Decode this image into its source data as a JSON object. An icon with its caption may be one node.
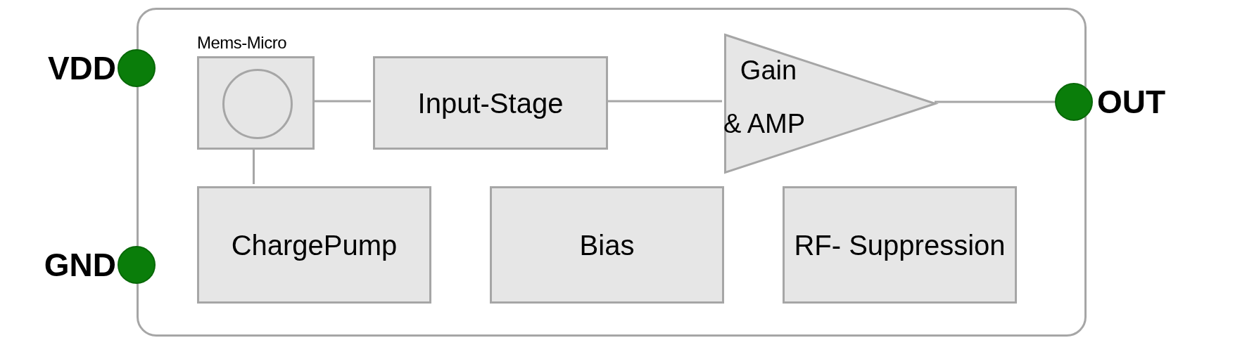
{
  "diagram": {
    "nodes": [
      {
        "text": [],
        "shape": "box"
      },
      {
        "text": [],
        "shape": "circle",
        "beside": [
          "VDD"
        ]
      },
      {
        "text": [],
        "shape": "circle",
        "beside": [
          "GND"
        ]
      },
      {
        "text": [
          "Mems-Micro"
        ],
        "in": 0
      },
      {
        "text": [],
        "shape": "circle",
        "in": 3
      },
      {
        "text": [
          "Input-Stage"
        ],
        "in": 0
      },
      {
        "text": [
          "Gain & AMP"
        ],
        "in": 0
      },
      {
        "text": [
          "ChargePump"
        ],
        "in": 0
      },
      {
        "text": [
          "Bias"
        ],
        "in": 0
      },
      {
        "text": [
          "RF- Suppression"
        ],
        "in": 0
      },
      {
        "text": [],
        "shape": "circle",
        "beside": [
          "OUT"
        ]
      }
    ],
    "edges": [
      {
        "from": 3,
        "to": 5,
        "arrow": "none"
      },
      {
        "from": 5,
        "to": 6,
        "arrow": "none"
      },
      {
        "from": 6,
        "to": 10,
        "arrow": "none"
      },
      {
        "from": 3,
        "to": 7,
        "arrow": "none"
      }
    ]
  }
}
